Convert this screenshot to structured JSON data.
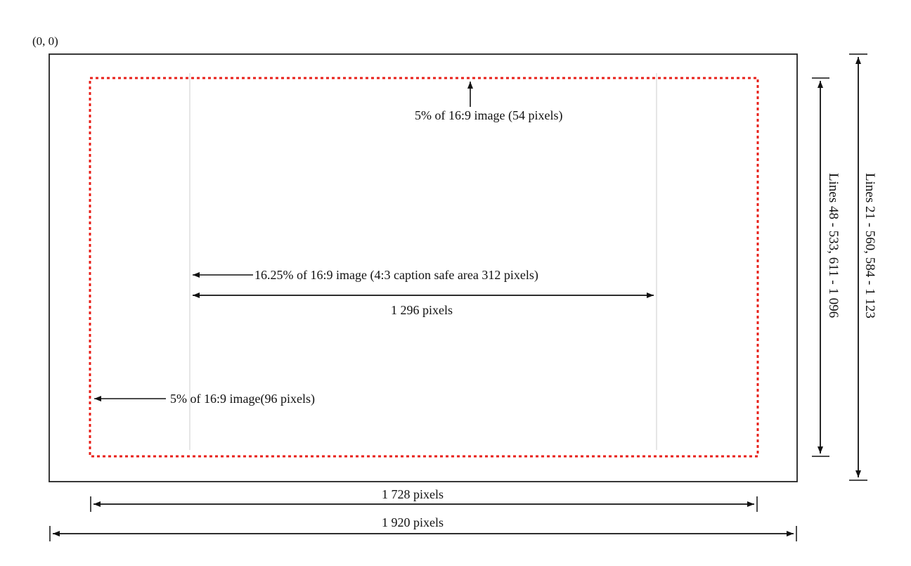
{
  "diagram": {
    "origin_label": "(0, 0)",
    "top_margin_label": "5% of 16:9 image  (54 pixels)",
    "caption_safe_label": "16.25% of 16:9 image (4:3 caption safe area 312 pixels)",
    "center_width_label": "1 296 pixels",
    "left_margin_label": "5% of 16:9 image(96 pixels)",
    "safe_width_label": "1 728 pixels",
    "full_width_label": "1 920 pixels",
    "safe_lines_label": "Lines 48 - 533, 611 - 1 096",
    "full_lines_label": "Lines 21 - 560, 584 - 1 123",
    "colors": {
      "safe_area_border": "#e8201a",
      "frame": "#222222",
      "guide_lines": "#cccccc",
      "arrows": "#111111"
    }
  }
}
